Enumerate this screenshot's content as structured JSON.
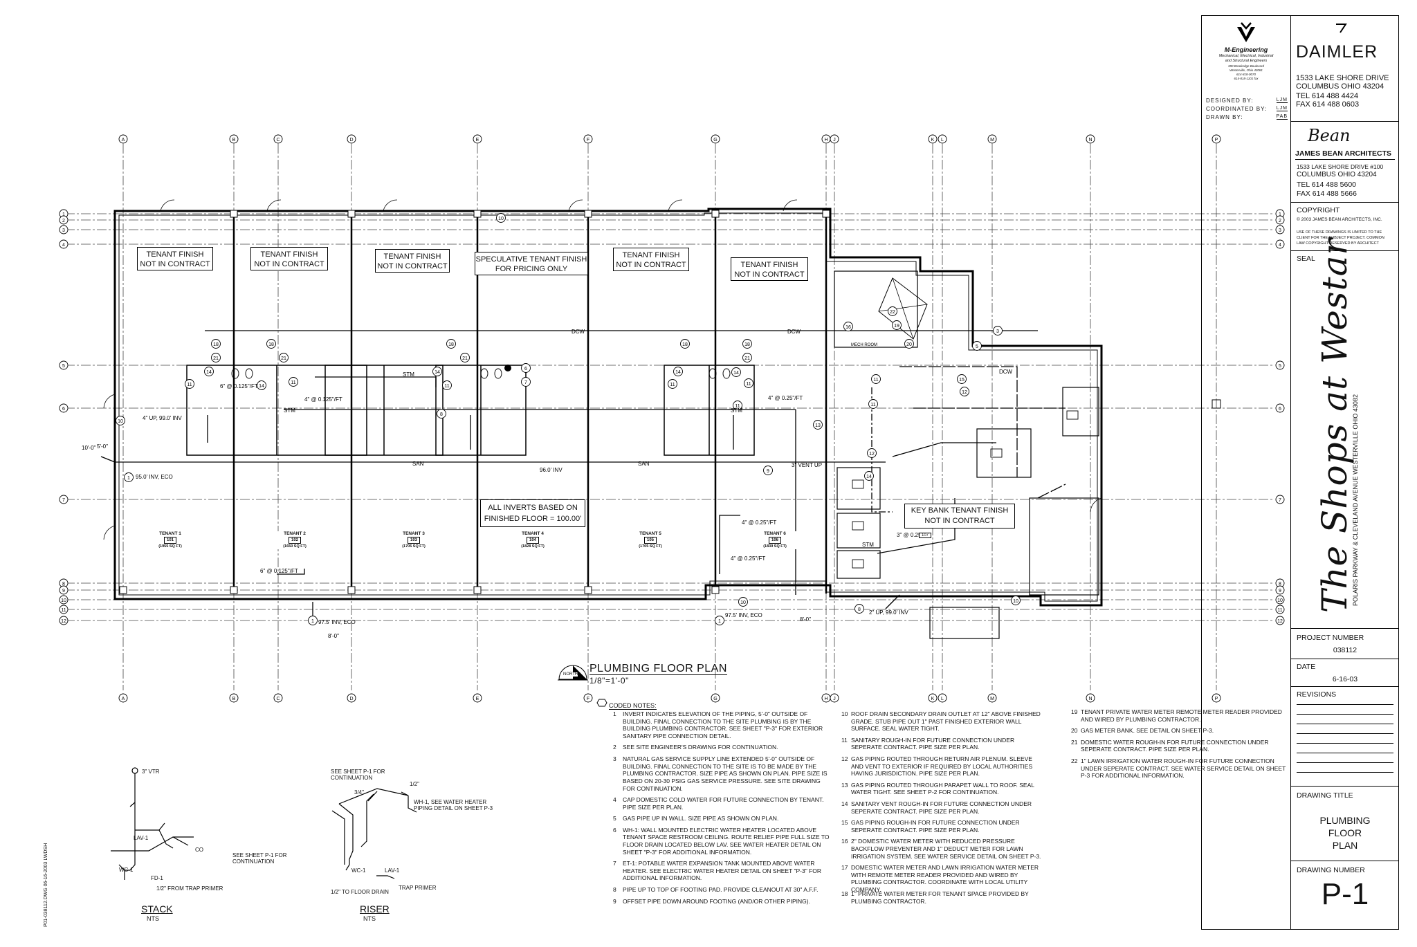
{
  "firm": {
    "name": "M-Engineering",
    "desc1": "Mechanical, Electrical, Industrial",
    "desc2": "and Structural Engineers",
    "addr1": "390 Brookedge Boulevard",
    "addr2": "Westerville, Ohio 43081",
    "tel": "614-818-0070",
    "fax": "614-818-1101 fax",
    "designed_label": "DESIGNED BY:",
    "designed_by": "LJM",
    "coordinated_label": "COORDINATED BY:",
    "coordinated_by": "LJM",
    "drawn_label": "DRAWN BY:",
    "drawn_by": "PAB"
  },
  "client": {
    "name": "DAIMLER",
    "addr1": "1533 LAKE SHORE DRIVE",
    "addr2": "COLUMBUS OHIO 43204",
    "tel": "TEL  614 488 4424",
    "fax": "FAX  614 488 0603"
  },
  "architect": {
    "logo": "Bean",
    "name": "JAMES BEAN ARCHITECTS",
    "addr1": "1533 LAKE SHORE DRIVE #100",
    "addr2": "COLUMBUS OHIO 43204",
    "tel": "TEL  614 488 5600",
    "fax": "FAX  614 488 5666"
  },
  "copyright": {
    "title": "COPYRIGHT",
    "line": "© 2003 JAMES BEAN ARCHITECTS, INC.",
    "text1": "USE OF THESE DRAWINGS IS LIMITED TO THE",
    "text2": "CLIENT FOR THE SUBJECT PROJECT. COMMON",
    "text3": "LAW COPYRIGHT RESERVED BY ARCHITECT"
  },
  "seal_label": "SEAL",
  "project": {
    "title": "The Shops at Westar",
    "address": "POLARIS PARKWAY & CLEVELAND AVENUE  WESTERVILLE OHIO  43082",
    "number_label": "PROJECT NUMBER",
    "number": "038112",
    "date_label": "DATE",
    "date": "6-16-03",
    "revisions_label": "REVISIONS",
    "drawing_title_label": "DRAWING TITLE",
    "drawing_title_1": "PLUMBING",
    "drawing_title_2": "FLOOR",
    "drawing_title_3": "PLAN",
    "drawing_number_label": "DRAWING NUMBER",
    "drawing_number": "P-1"
  },
  "plan": {
    "title": "PLUMBING FLOOR PLAN",
    "scale": "1/8\"=1'-0\"",
    "north": "NORTH",
    "grid_letters": [
      "A",
      "B",
      "C",
      "D",
      "E",
      "F",
      "G",
      "H",
      "J",
      "K",
      "L",
      "M",
      "N",
      "P"
    ],
    "grid_numbers": [
      "1",
      "2",
      "3",
      "4",
      "5",
      "6",
      "7",
      "8",
      "9",
      "10",
      "11",
      "12"
    ],
    "tenant_boxes": [
      {
        "l1": "TENANT FINISH",
        "l2": "NOT IN CONTRACT"
      },
      {
        "l1": "TENANT FINISH",
        "l2": "NOT IN CONTRACT"
      },
      {
        "l1": "TENANT FINISH",
        "l2": "NOT IN CONTRACT"
      },
      {
        "l1": "SPECULATIVE TENANT FINISH",
        "l2": "FOR PRICING ONLY"
      },
      {
        "l1": "TENANT FINISH",
        "l2": "NOT IN CONTRACT"
      },
      {
        "l1": "TENANT FINISH",
        "l2": "NOT IN CONTRACT"
      }
    ],
    "tenants": [
      {
        "name": "TENANT 1",
        "room": "101",
        "area": "(1955 SQ FT)"
      },
      {
        "name": "TENANT 2",
        "room": "102",
        "area": "(1650 SQ FT)"
      },
      {
        "name": "TENANT 3",
        "room": "103",
        "area": "(1705 SQ FT)"
      },
      {
        "name": "TENANT 4",
        "room": "104",
        "area": "(1828 SQ FT)"
      },
      {
        "name": "TENANT 5",
        "room": "105",
        "area": "(1705 SQ FT)"
      },
      {
        "name": "TENANT 6",
        "room": "106",
        "area": "(1839 SQ FT)"
      }
    ],
    "key_bank_l1": "KEY BANK TENANT FINISH",
    "key_bank_l2": "NOT IN CONTRACT",
    "key_bank_room": "107",
    "inverts_l1": "ALL INVERTS BASED ON",
    "inverts_l2": "FINISHED FLOOR = 100.00'",
    "mech_room": "MECH ROOM",
    "san": "SAN",
    "dcw": "DCW",
    "stm": "STM",
    "inv_95": "95.0' INV, ECO",
    "inv_97": "97.5' INV, ECO",
    "inv_96": "96.0' INV",
    "inv_99": "4\" UP, 99.0' INV",
    "slope": "4\" @ 0.125\"/FT",
    "slope6": "6\" @ 0.125\"/FT",
    "slope25": "4\" @ 0.25\"/FT",
    "vent_up": "3\" VENT UP",
    "dim_5": "5'-0\"",
    "dim_8": "8'-0\"",
    "dim_10": "10'-0\""
  },
  "coded_notes_title": "CODED NOTES:",
  "coded_notes": [
    {
      "n": "1",
      "t": "INVERT INDICATES ELEVATION OF THE PIPING, 5'-0\" OUTSIDE OF BUILDING. FINAL CONNECTION TO THE SITE PLUMBING IS BY THE BUILDING PLUMBING CONTRACTOR. SEE SHEET \"P-3\" FOR EXTERIOR SANITARY PIPE CONNECTION DETAIL."
    },
    {
      "n": "2",
      "t": "SEE SITE ENGINEER'S DRAWING FOR CONTINUATION."
    },
    {
      "n": "3",
      "t": "NATURAL GAS SERVICE SUPPLY LINE EXTENDED 5'-0\" OUTSIDE OF BUILDING. FINAL CONNECTION TO THE SITE IS TO BE MADE BY THE PLUMBING CONTRACTOR. SIZE PIPE AS SHOWN ON PLAN. PIPE SIZE IS BASED ON 20-30 PSIG GAS SERVICE PRESSURE. SEE SITE DRAWING FOR CONTINUATION."
    },
    {
      "n": "4",
      "t": "CAP DOMESTIC COLD WATER FOR FUTURE CONNECTION BY TENANT. PIPE SIZE PER PLAN."
    },
    {
      "n": "5",
      "t": "GAS PIPE UP IN WALL. SIZE PIPE AS SHOWN ON PLAN."
    },
    {
      "n": "6",
      "t": "WH-1: WALL MOUNTED ELECTRIC WATER HEATER LOCATED ABOVE TENANT SPACE RESTROOM CEILING. ROUTE RELIEF PIPE FULL SIZE TO FLOOR DRAIN LOCATED BELOW LAV. SEE WATER HEATER DETAIL ON SHEET \"P-3\" FOR ADDITIONAL INFORMATION."
    },
    {
      "n": "7",
      "t": "ET-1: POTABLE WATER EXPANSION TANK MOUNTED ABOVE WATER HEATER. SEE ELECTRIC WATER HEATER DETAIL ON SHEET \"P-3\" FOR ADDITIONAL INFORMATION."
    },
    {
      "n": "8",
      "t": "PIPE UP TO TOP OF FOOTING PAD. PROVIDE CLEANOUT AT 30\" A.F.F."
    },
    {
      "n": "9",
      "t": "OFFSET PIPE DOWN AROUND FOOTING (AND/OR OTHER PIPING)."
    },
    {
      "n": "10",
      "t": "ROOF DRAIN SECONDARY DRAIN OUTLET AT 12\" ABOVE FINISHED GRADE. STUB PIPE OUT 1\" PAST FINISHED EXTERIOR WALL SURFACE. SEAL WATER TIGHT."
    },
    {
      "n": "11",
      "t": "SANITARY ROUGH-IN FOR FUTURE CONNECTION UNDER SEPERATE CONTRACT. PIPE SIZE PER PLAN."
    },
    {
      "n": "12",
      "t": "GAS PIPING ROUTED THROUGH RETURN AIR PLENUM. SLEEVE AND VENT TO EXTERIOR IF REQUIRED BY LOCAL AUTHORITIES HAVING JURISDICTION. PIPE SIZE PER PLAN."
    },
    {
      "n": "13",
      "t": "GAS PIPING ROUTED THROUGH PARAPET WALL TO ROOF. SEAL WATER TIGHT. SEE SHEET P-2 FOR CONTINUATION."
    },
    {
      "n": "14",
      "t": "SANITARY VENT ROUGH-IN FOR FUTURE CONNECTION UNDER SEPERATE CONTRACT. PIPE SIZE PER PLAN."
    },
    {
      "n": "15",
      "t": "GAS PIPING ROUGH-IN FOR FUTURE CONNECTION UNDER SEPERATE CONTRACT. PIPE SIZE PER PLAN."
    },
    {
      "n": "16",
      "t": "2\" DOMESTIC WATER METER WITH REDUCED PRESSURE BACKFLOW PREVENTER AND 1\" DEDUCT METER FOR LAWN IRRIGATION SYSTEM. SEE WATER SERVICE DETAIL ON SHEET P-3."
    },
    {
      "n": "17",
      "t": "DOMESTIC WATER METER AND LAWN IRRIGATION WATER METER WITH REMOTE METER READER PROVIDED AND WIRED BY PLUMBING CONTRACTOR. COORDINATE WITH LOCAL UTILITY COMPANY."
    },
    {
      "n": "18",
      "t": "1\" PRIVATE WATER METER FOR TENANT SPACE PROVIDED BY PLUMBING CONTRACTOR."
    },
    {
      "n": "19",
      "t": "TENANT PRIVATE WATER METER REMOTE METER READER PROVIDED AND WIRED BY PLUMBING CONTRACTOR."
    },
    {
      "n": "20",
      "t": "GAS METER BANK. SEE DETAIL ON SHEET P-3."
    },
    {
      "n": "21",
      "t": "DOMESTIC WATER ROUGH-IN FOR FUTURE CONNECTION UNDER SEPERATE CONTRACT. PIPE SIZE PER PLAN."
    },
    {
      "n": "22",
      "t": "1\" LAWN IRRIGATION WATER ROUGH-IN FOR FUTURE CONNECTION UNDER SEPERATE CONTRACT. SEE WATER SERVICE DETAIL ON SHEET P-3 FOR ADDITIONAL INFORMATION."
    }
  ],
  "stack": {
    "title": "STACK",
    "scale": "NTS",
    "vtr": "3\" VTR",
    "lav": "LAV-1",
    "wc": "WC-1",
    "fd": "FD-1",
    "primer": "1/2\" FROM TRAP PRIMER",
    "see": "SEE SHEET P-1 FOR CONTINUATION",
    "co": "CO"
  },
  "riser": {
    "title": "RISER",
    "scale": "NTS",
    "see": "SEE SHEET P-1 FOR CONTINUATION",
    "wh": "WH-1, SEE WATER HEATER PIPING DETAIL ON SHEET P-3",
    "lav": "LAV-1",
    "wc": "WC-1",
    "primer": "TRAP PRIMER",
    "floor": "1/2\" TO FLOOR DRAIN",
    "size34": "3/4\"",
    "size12": "1/2\""
  },
  "side_stamp": "P01-038112.DWG  06-16-2003 LWDSH"
}
